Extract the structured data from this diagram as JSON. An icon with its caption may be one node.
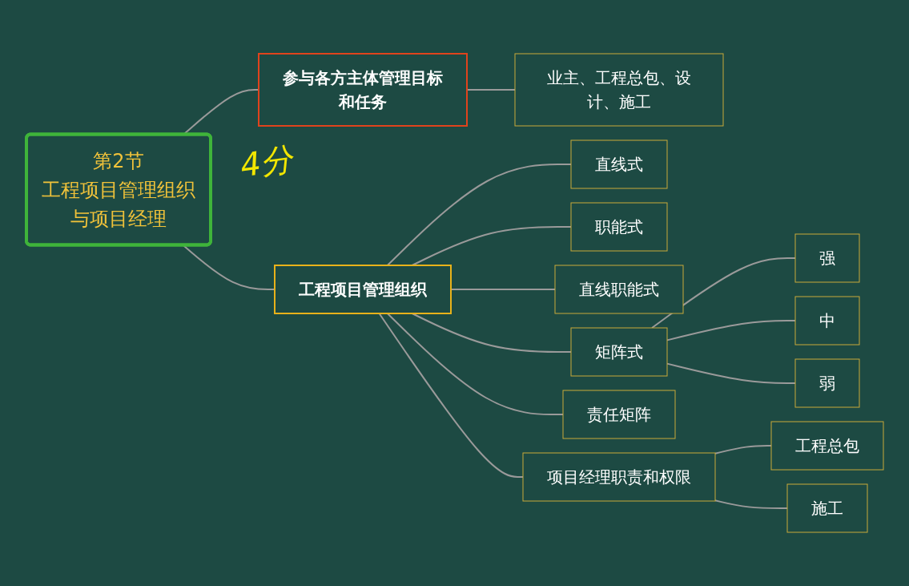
{
  "diagram": {
    "nodes": [
      {
        "text": [
          "第2节",
          "工程项目管理组织与项目经理"
        ]
      },
      {
        "text": [
          "参与各方主体管理目标和任务"
        ]
      },
      {
        "text": [
          "业主、工程总包、设计、施工"
        ]
      },
      {
        "text": [
          "工程项目管理组织"
        ]
      },
      {
        "text": [
          "直线式"
        ]
      },
      {
        "text": [
          "职能式"
        ]
      },
      {
        "text": [
          "直线职能式"
        ]
      },
      {
        "text": [
          "矩阵式"
        ]
      },
      {
        "text": [
          "强"
        ]
      },
      {
        "text": [
          "中"
        ]
      },
      {
        "text": [
          "弱"
        ]
      },
      {
        "text": [
          "责任矩阵"
        ]
      },
      {
        "text": [
          "项目经理职责和权限"
        ]
      },
      {
        "text": [
          "工程总包"
        ]
      },
      {
        "text": [
          "施工"
        ]
      }
    ],
    "edges": [
      {
        "from": 0,
        "to": 1,
        "arrow": "none"
      },
      {
        "from": 1,
        "to": 2,
        "arrow": "none"
      },
      {
        "from": 0,
        "to": 3,
        "arrow": "none"
      },
      {
        "from": 3,
        "to": 4,
        "arrow": "none"
      },
      {
        "from": 3,
        "to": 5,
        "arrow": "none"
      },
      {
        "from": 3,
        "to": 6,
        "arrow": "none"
      },
      {
        "from": 3,
        "to": 7,
        "arrow": "none"
      },
      {
        "from": 7,
        "to": 8,
        "arrow": "none"
      },
      {
        "from": 7,
        "to": 9,
        "arrow": "none"
      },
      {
        "from": 7,
        "to": 10,
        "arrow": "none"
      },
      {
        "from": 3,
        "to": 11,
        "arrow": "none"
      },
      {
        "from": 3,
        "to": 12,
        "arrow": "none"
      },
      {
        "from": 12,
        "to": 13,
        "arrow": "none"
      },
      {
        "from": 12,
        "to": 14,
        "arrow": "none"
      }
    ],
    "labels": [
      "4分"
    ]
  }
}
